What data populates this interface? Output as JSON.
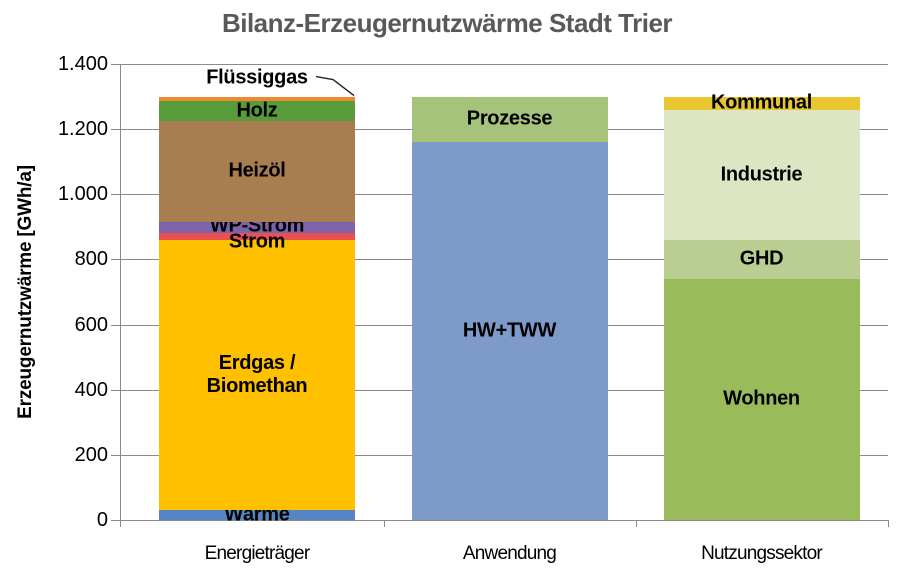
{
  "chart_data": {
    "type": "bar",
    "stacked": true,
    "title": "Bilanz-Erzeugernutzwärme Stadt Trier",
    "ylabel": "Erzeugernutzwärme [GWh/a]",
    "xlabel": "",
    "unit": "GWh/a",
    "ylim": [
      0,
      1400
    ],
    "ytick_interval": 200,
    "ytick_labels": [
      "0",
      "200",
      "400",
      "600",
      "800",
      "1.000",
      "1.200",
      "1.400"
    ],
    "grid": true,
    "legend": false,
    "title_color": "#595959",
    "axis_color": "#8a8a8a",
    "categories": [
      "Energieträger",
      "Anwendung",
      "Nutzungssektor"
    ],
    "bars": [
      {
        "category": "Energieträger",
        "segments": [
          {
            "label": "Wärme",
            "value": 30,
            "color": "#5585c5"
          },
          {
            "label": "Erdgas /\nBiomethan",
            "value": 830,
            "color": "#ffc000"
          },
          {
            "label": "Strom",
            "value": 20,
            "color": "#e8524e",
            "label_dy": 5
          },
          {
            "label": "WP-Strom",
            "value": 35,
            "color": "#7d63a9",
            "label_dy": -2
          },
          {
            "label": "Heizöl",
            "value": 310,
            "color": "#a87d50"
          },
          {
            "label": "Holz",
            "value": 60,
            "color": "#579b3a"
          },
          {
            "label": "Flüssiggas",
            "value": 15,
            "color": "#f0882d",
            "callout": true
          }
        ]
      },
      {
        "category": "Anwendung",
        "segments": [
          {
            "label": "HW+TWW",
            "value": 1160,
            "color": "#7d9ac8"
          },
          {
            "label": "Prozesse",
            "value": 140,
            "color": "#a6c37c"
          }
        ]
      },
      {
        "category": "Nutzungssektor",
        "segments": [
          {
            "label": "Wohnen",
            "value": 740,
            "color": "#9abb59"
          },
          {
            "label": "GHD",
            "value": 120,
            "color": "#b9ce90"
          },
          {
            "label": "Industrie",
            "value": 400,
            "color": "#dce6c3"
          },
          {
            "label": "Kommunal",
            "value": 40,
            "color": "#e9c62f"
          }
        ]
      }
    ]
  }
}
